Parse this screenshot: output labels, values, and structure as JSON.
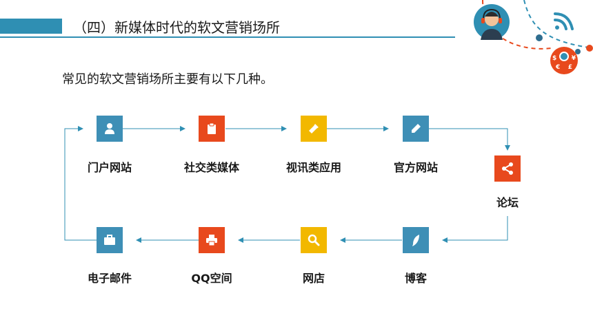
{
  "header": {
    "title": "（四）新媒体时代的软文营销场所"
  },
  "intro": "常见的软文营销场所主要有以下几种。",
  "nodes": [
    {
      "label": "门户网站",
      "color": "#3e8fb6",
      "icon": "person-icon"
    },
    {
      "label": "社交类媒体",
      "color": "#e8491d",
      "icon": "clipboard-icon"
    },
    {
      "label": "视讯类应用",
      "color": "#f2b800",
      "icon": "flashlight-icon"
    },
    {
      "label": "官方网站",
      "color": "#3e8fb6",
      "icon": "pencil-icon"
    },
    {
      "label": "论坛",
      "color": "#e8491d",
      "icon": "share-icon"
    },
    {
      "label": "博客",
      "color": "#3e8fb6",
      "icon": "feather-icon"
    },
    {
      "label": "网店",
      "color": "#f2b800",
      "icon": "magnifier-icon"
    },
    {
      "label": "QQ空间",
      "color": "#e8491d",
      "icon": "printer-icon"
    },
    {
      "label": "电子邮件",
      "color": "#3e8fb6",
      "icon": "briefcase-icon"
    }
  ],
  "decoration": {
    "currency_symbols": [
      "$",
      "€",
      "£",
      "¥"
    ]
  }
}
